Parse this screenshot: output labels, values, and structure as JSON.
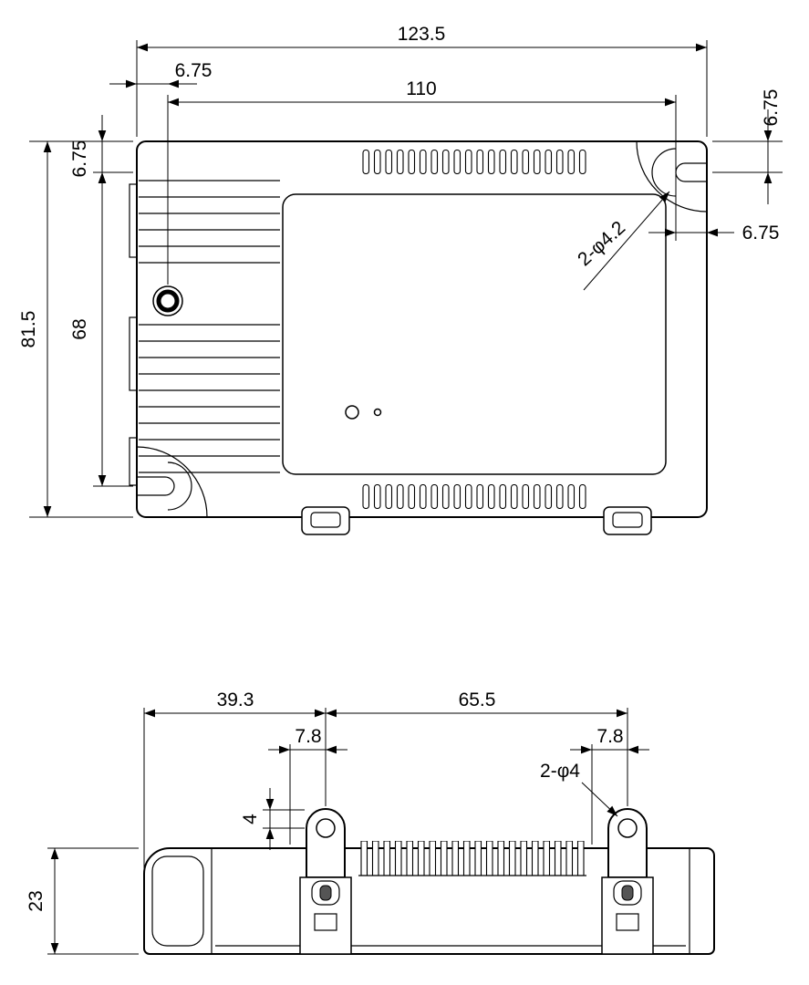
{
  "top_view": {
    "width_overall": "123.5",
    "hole_offset_left": "6.75",
    "hole_spacing_x": "110",
    "hole_offset_top": "6.75",
    "hole_offset_right": "6.75",
    "hole_offset_top_left": "6.75",
    "height_overall": "81.5",
    "hole_spacing_y": "68",
    "hole_callout": "2-φ4.2"
  },
  "side_view": {
    "bracket_offset_left": "39.3",
    "bracket_spacing": "65.5",
    "bracket_width_left": "7.8",
    "bracket_width_right": "7.8",
    "bracket_hole_callout": "2-φ4",
    "tab_hole_offset": "4",
    "height_overall": "23"
  }
}
